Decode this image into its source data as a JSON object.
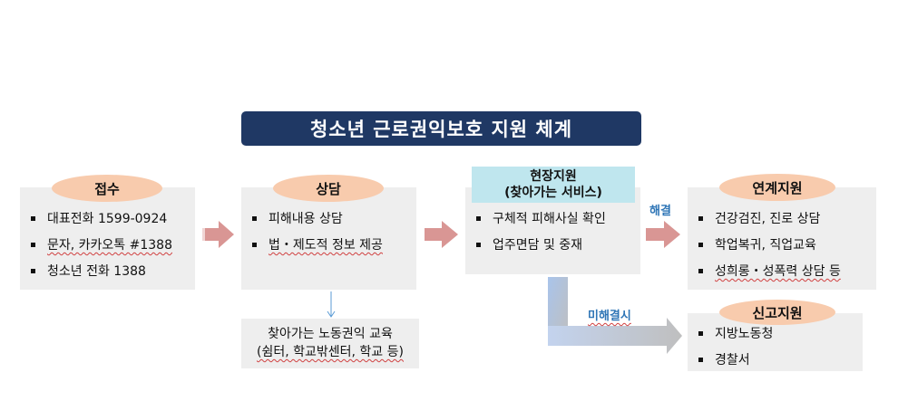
{
  "title": "청소년 근로권익보호 지원 체계",
  "stages": {
    "intake": {
      "label": "접수",
      "items": [
        "대표전화 1599-0924",
        "문자, 카카오톡 #1388",
        "청소년 전화 1388"
      ]
    },
    "counsel": {
      "label": "상담",
      "items": [
        "피해내용 상담",
        "법・제도적 정보 제공"
      ]
    },
    "onsite": {
      "label_line1": "현장지원",
      "label_line2": "(찾아가는 서비스)",
      "items": [
        "구체적 피해사실 확인",
        "업주면담 및 중재"
      ]
    },
    "linked": {
      "label": "연계지원",
      "items": [
        "건강검진, 진로 상담",
        "학업복귀, 직업교육",
        "성희롱・성폭력 상담 등"
      ]
    },
    "report": {
      "label": "신고지원",
      "items": [
        "지방노동청",
        "경찰서"
      ]
    }
  },
  "education": {
    "line1": "찾아가는 노동권익 교육",
    "line2": "(쉼터, 학교밖센터, 학교 등)"
  },
  "edges": {
    "resolved": "해결",
    "unresolved": "미해결시"
  },
  "colors": {
    "title_bg": "#1f3864",
    "pill": "#f8cbad",
    "cyan": "#bfe6ee",
    "box": "#eeeeee",
    "arrow_red": "#d99694",
    "arrow_blue_start": "#a9c4eb",
    "arrow_grey": "#bfbfbf",
    "edge_label": "#2e75b6"
  }
}
